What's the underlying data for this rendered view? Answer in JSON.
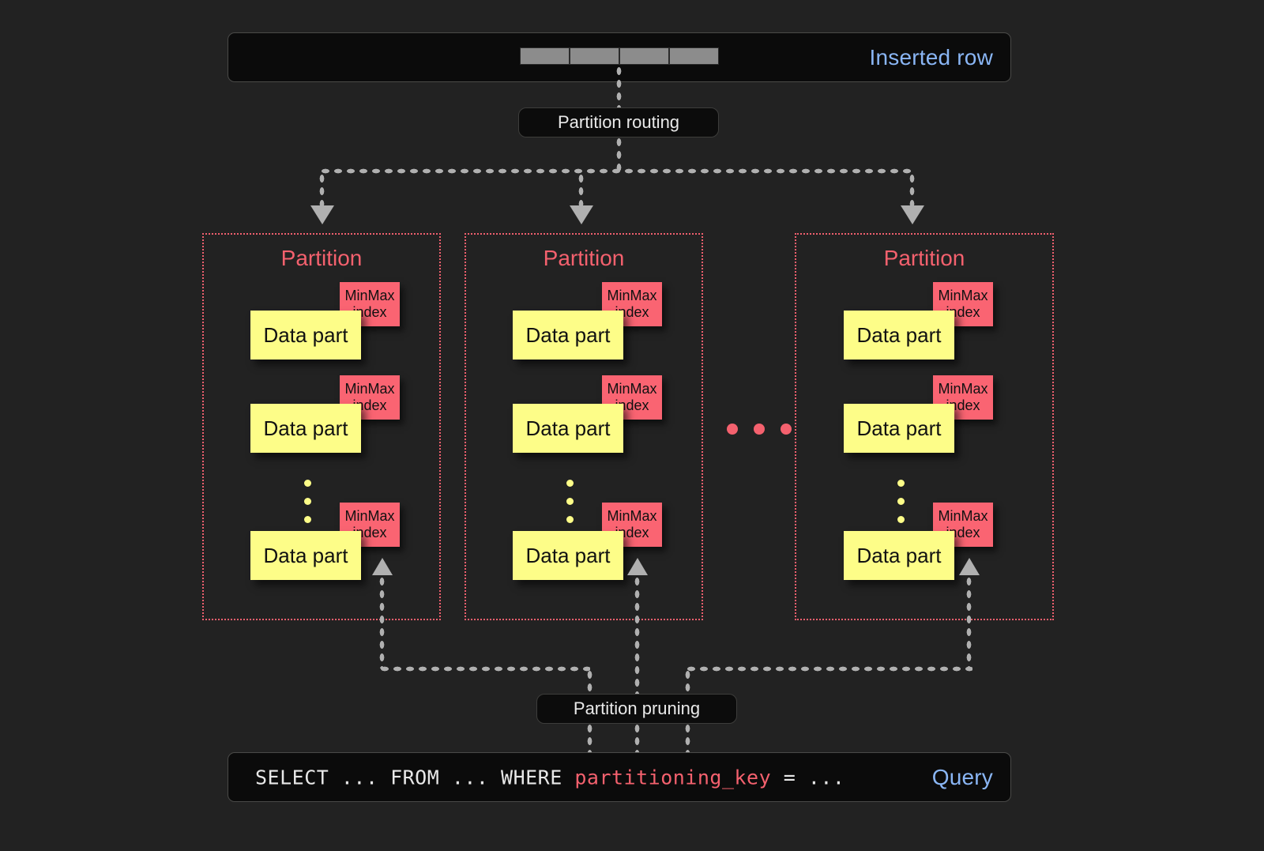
{
  "diagram": {
    "background": "#222222",
    "accent_yellow": "#fdfd88",
    "accent_red": "#fa6472",
    "accent_blue": "#8ab6f5",
    "connector_gray": "#b0b0b0"
  },
  "top": {
    "label": "Inserted row",
    "cell_count": 4,
    "routing_label": "Partition routing"
  },
  "partitions": [
    {
      "title": "Partition",
      "parts": [
        {
          "label": "Data part",
          "index_label": "MinMax\nindex"
        },
        {
          "label": "Data part",
          "index_label": "MinMax\nindex"
        },
        {
          "label": "Data part",
          "index_label": "MinMax\nindex"
        }
      ],
      "ellipsis": "•••"
    },
    {
      "title": "Partition",
      "parts": [
        {
          "label": "Data part",
          "index_label": "MinMax\nindex"
        },
        {
          "label": "Data part",
          "index_label": "MinMax\nindex"
        },
        {
          "label": "Data part",
          "index_label": "MinMax\nindex"
        }
      ],
      "ellipsis": "•••"
    },
    {
      "title": "Partition",
      "parts": [
        {
          "label": "Data part",
          "index_label": "MinMax\nindex"
        },
        {
          "label": "Data part",
          "index_label": "MinMax\nindex"
        },
        {
          "label": "Data part",
          "index_label": "MinMax\nindex"
        }
      ],
      "ellipsis": "•••"
    }
  ],
  "between_partitions_ellipsis": "• • •",
  "bottom": {
    "pruning_label": "Partition pruning",
    "query_label": "Query",
    "query_prefix": "SELECT ... FROM ... WHERE ",
    "query_key": "partitioning_key",
    "query_suffix": " = ..."
  },
  "icons": {
    "arrow_down": "arrow-down-icon",
    "arrow_up": "arrow-up-icon",
    "dotted_line": "dotted-connector-icon"
  }
}
